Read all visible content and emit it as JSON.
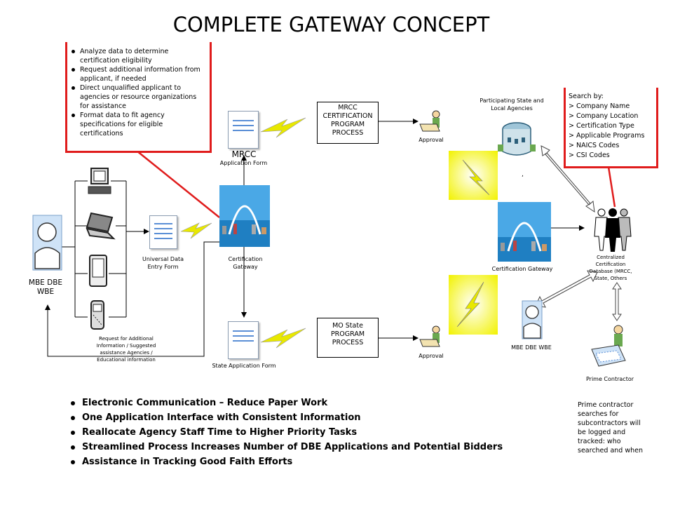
{
  "title": "COMPLETE GATEWAY CONCEPT",
  "callout_left": [
    "Analyze data to determine certification eligibility",
    "Request additional information from applicant, if needed",
    "Direct unqualified applicant to agencies or resource organizations for assistance",
    "Format data to fit agency specifications for eligible certifications"
  ],
  "search_box": {
    "heading": "Search by:",
    "items": [
      "> Company Name",
      "> Company Location",
      "> Certification Type",
      "> Applicable Programs",
      "> NAICS Codes",
      "> CSI Codes"
    ]
  },
  "labels": {
    "applicant": "MBE DBE WBE",
    "universal_form": "Universal Data Entry Form",
    "mrcc_doc": "MRCC",
    "application_form": "Application Form",
    "certification_gateway_left": "Certification Gateway",
    "state_form": "State Application Form",
    "mrcc_process": "MRCC CERTIFICATION PROGRAM PROCESS",
    "mo_process": "MO State PROGRAM PROCESS",
    "approval_top": "Approval",
    "approval_bottom": "Approval",
    "participating": "Participating State and Local Agencies",
    "comma": ",",
    "certification_gateway_right": "Certification Gateway",
    "central_db": "Centralized Certification Database (MRCC, State, Others",
    "mbe_right": "MBE DBE WBE",
    "prime": "Prime Contractor",
    "request": "Request for Additional Information / Suggested assistance Agencies / Educational information"
  },
  "bullets": [
    "Electronic Communication – Reduce Paper Work",
    "One Application Interface with Consistent Information",
    "Reallocate Agency Staff Time to Higher Priority Tasks",
    "Streamlined Process Increases Number of DBE Applications and Potential Bidders",
    "Assistance in Tracking Good Faith Efforts"
  ],
  "prime_note": "Prime contractor searches for subcontractors will be logged and tracked: who searched and when",
  "colors": {
    "callout_border": "#e01c1c",
    "lightning": "#e8e800",
    "doc_lines": "#5b8fd6"
  }
}
